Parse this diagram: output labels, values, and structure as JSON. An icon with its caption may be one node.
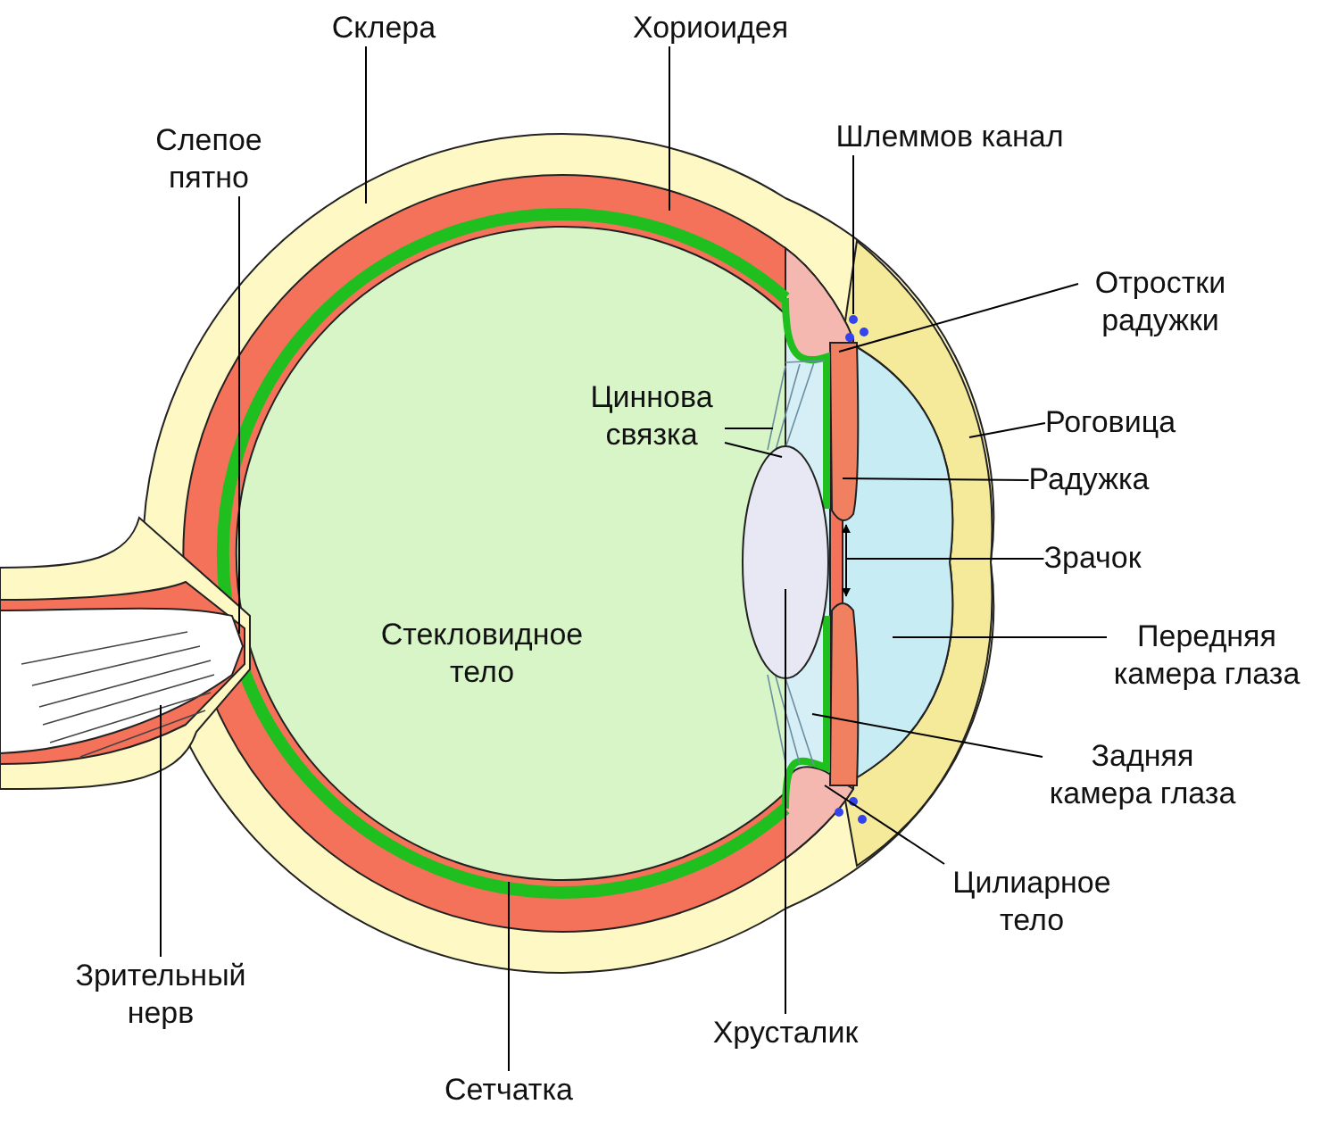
{
  "diagram": {
    "nodes": [
      {
        "text": [
          "Склера"
        ]
      },
      {
        "text": [
          "Хориоидея"
        ]
      },
      {
        "text": [
          "Слепое пятно"
        ]
      },
      {
        "text": [
          "Шлеммов канал"
        ]
      },
      {
        "text": [
          "Отростки радужки"
        ]
      },
      {
        "text": [
          "Роговица"
        ]
      },
      {
        "text": [
          "Радужка"
        ]
      },
      {
        "text": [
          "Зрачок"
        ]
      },
      {
        "text": [
          "Передняя камера глаза"
        ]
      },
      {
        "text": [
          "Задняя камера глаза"
        ]
      },
      {
        "text": [
          "Цилиарное тело"
        ]
      },
      {
        "text": [
          "Хрусталик"
        ]
      },
      {
        "text": [
          "Сетчатка"
        ]
      },
      {
        "text": [
          "Зрительный нерв"
        ]
      },
      {
        "text": [
          "Циннова связка"
        ]
      }
    ],
    "edges": [
      {
        "from": 0,
        "to": null,
        "arrow": "none"
      },
      {
        "from": 1,
        "to": null,
        "arrow": "none"
      },
      {
        "from": 2,
        "to": null,
        "arrow": "none"
      },
      {
        "from": 3,
        "to": null,
        "arrow": "none"
      },
      {
        "from": 4,
        "to": null,
        "arrow": "none"
      },
      {
        "from": 5,
        "to": null,
        "arrow": "none"
      },
      {
        "from": 6,
        "to": null,
        "arrow": "none"
      },
      {
        "from": 7,
        "to": null,
        "arrow": "none"
      },
      {
        "from": 8,
        "to": null,
        "arrow": "none"
      },
      {
        "from": 9,
        "to": null,
        "arrow": "none"
      },
      {
        "from": 10,
        "to": null,
        "arrow": "none"
      },
      {
        "from": 11,
        "to": null,
        "arrow": "none"
      },
      {
        "from": 12,
        "to": null,
        "arrow": "none"
      },
      {
        "from": 13,
        "to": null,
        "arrow": "none"
      },
      {
        "from": 14,
        "to": null,
        "arrow": "none"
      },
      {
        "from": 14,
        "to": null,
        "arrow": "none"
      }
    ],
    "labels": [
      "Стекловидное тело"
    ]
  }
}
